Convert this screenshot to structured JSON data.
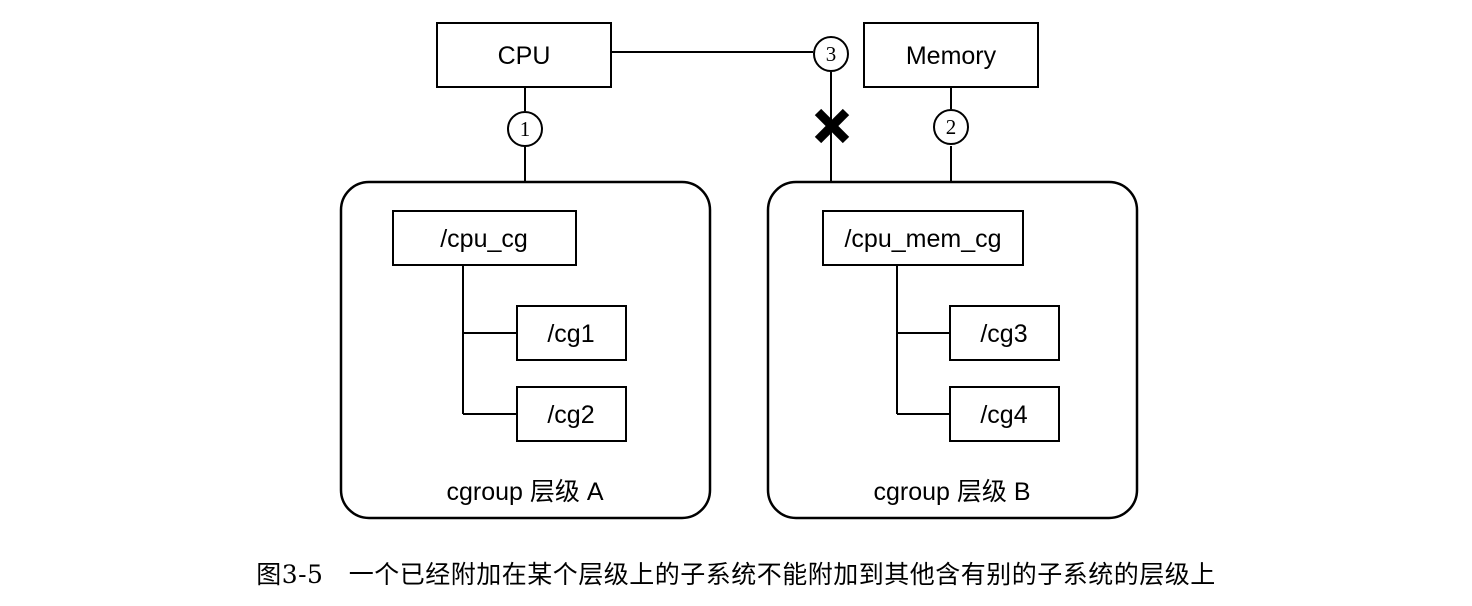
{
  "subsystems": {
    "cpu": "CPU",
    "memory": "Memory"
  },
  "markers": {
    "m1": "1",
    "m2": "2",
    "m3": "3"
  },
  "hierarchy_a": {
    "root": "/cpu_cg",
    "children": [
      "/cg1",
      "/cg2"
    ],
    "label": "cgroup 层级 A"
  },
  "hierarchy_b": {
    "root": "/cpu_mem_cg",
    "children": [
      "/cg3",
      "/cg4"
    ],
    "label": "cgroup 层级 B"
  },
  "caption": {
    "figure_no": "图3-5",
    "text": "一个已经附加在某个层级上的子系统不能附加到其他含有别的子系统的层级上"
  }
}
